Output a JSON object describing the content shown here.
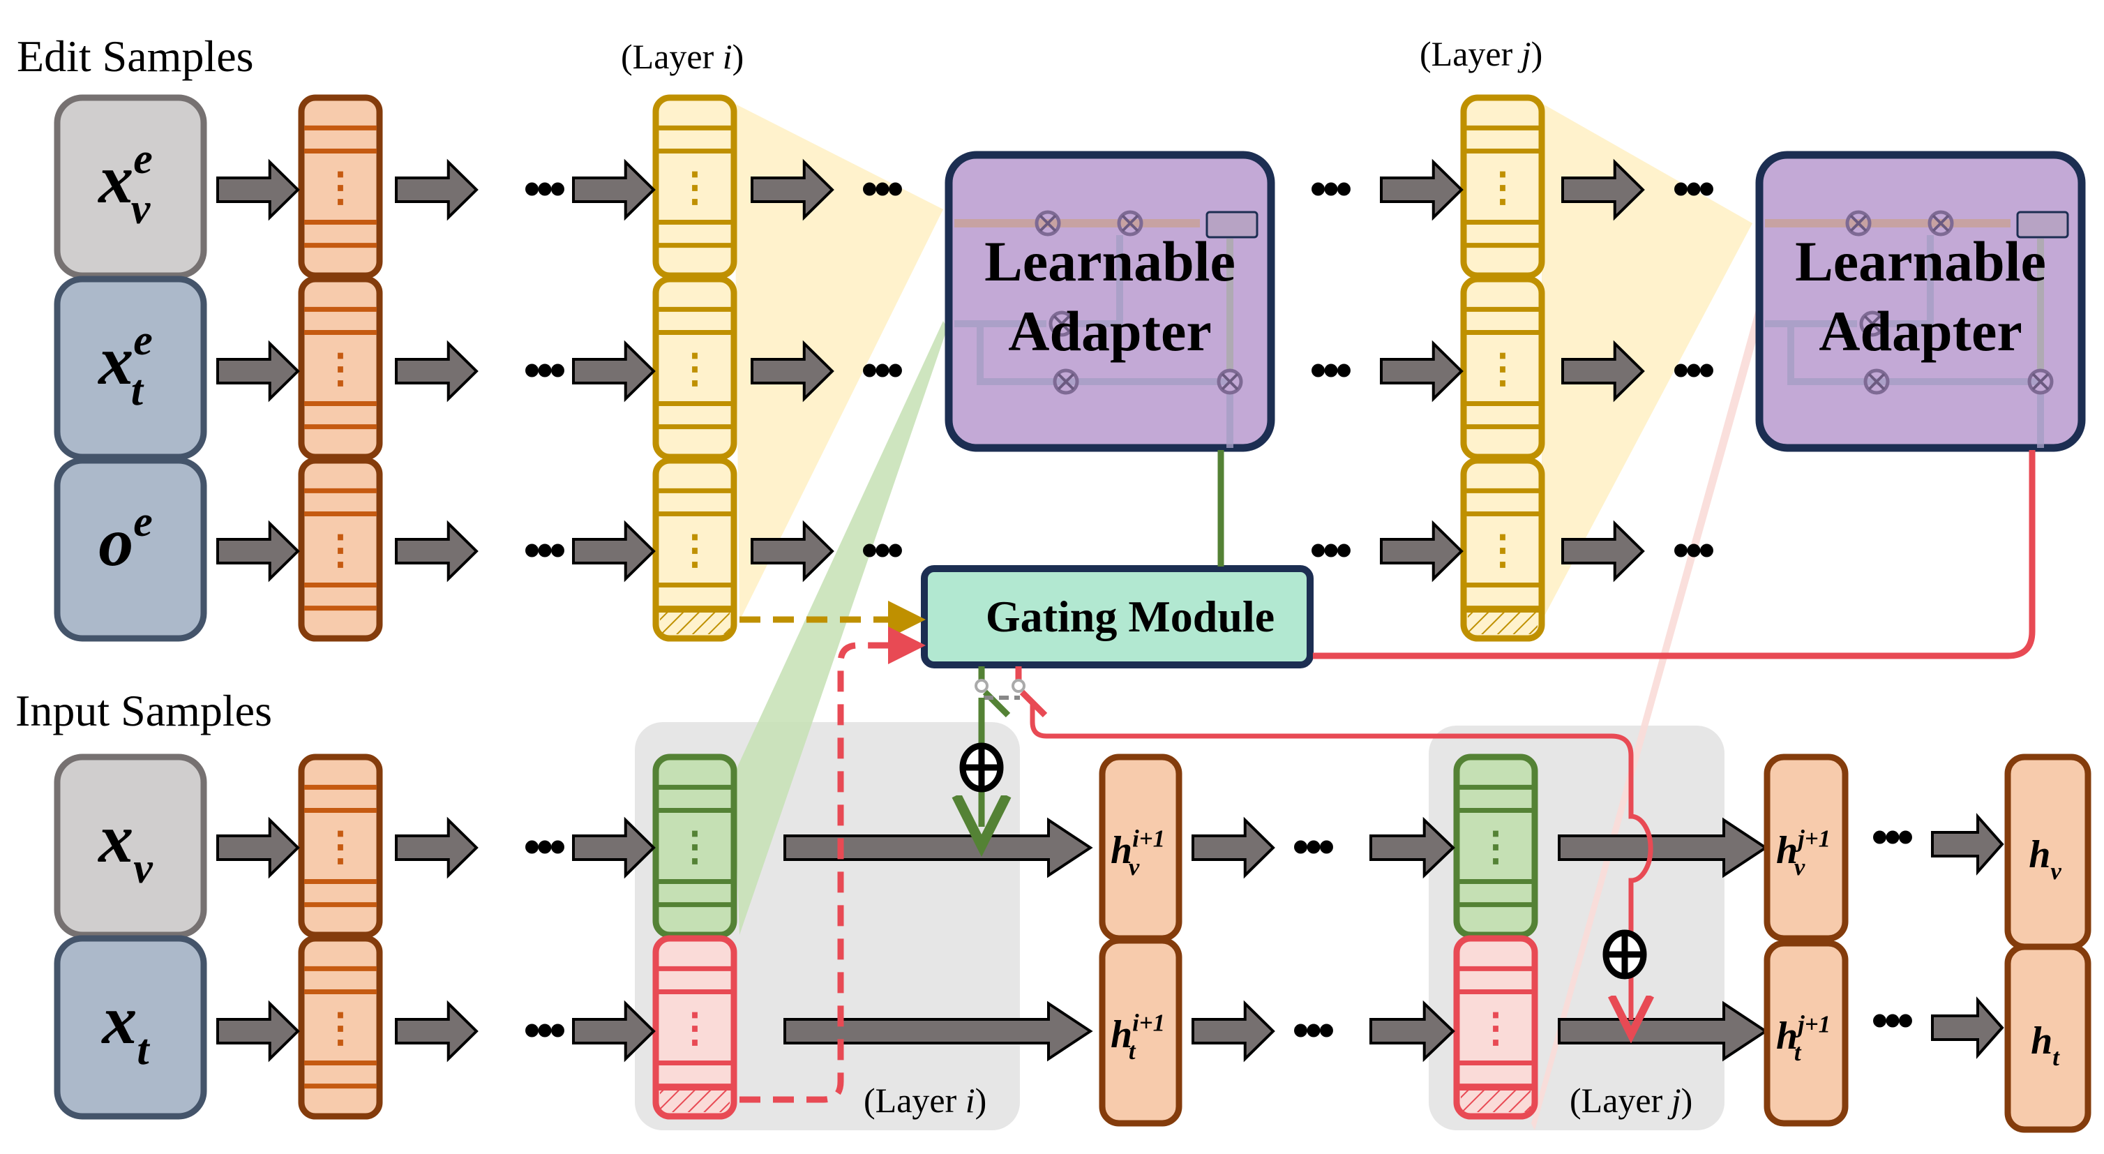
{
  "sections": {
    "edit_title": "Edit Samples",
    "input_title": "Input Samples"
  },
  "layer_labels": {
    "top_i": "(Layer i)",
    "top_j": "(Layer j)",
    "bottom_i": "(Layer i)",
    "bottom_j": "(Layer j)"
  },
  "edit_inputs": [
    {
      "base": "x",
      "sup": "e",
      "sub": "v"
    },
    {
      "base": "x",
      "sup": "e",
      "sub": "t"
    },
    {
      "base": "o",
      "sup": "e",
      "sub": ""
    }
  ],
  "input_samples": [
    {
      "base": "x",
      "sub": "v"
    },
    {
      "base": "x",
      "sub": "t"
    }
  ],
  "adapter": {
    "line1": "Learnable",
    "line2": "Adapter"
  },
  "gating": {
    "label": "Gating Module"
  },
  "hidden_states": {
    "hv_i": {
      "base": "h",
      "sup": "i+1",
      "sub": "v"
    },
    "ht_i": {
      "base": "h",
      "sup": "i+1",
      "sub": "t"
    },
    "hv_j": {
      "base": "h",
      "sup": "j+1",
      "sub": "v"
    },
    "ht_j": {
      "base": "h",
      "sup": "j+1",
      "sub": "t"
    },
    "hv": {
      "base": "h",
      "sub": "v"
    },
    "ht": {
      "base": "h",
      "sub": "t"
    }
  },
  "ellipsis": "•••",
  "vdots": "⋮",
  "plus_symbol": "⊕",
  "colors": {
    "arrow_fill": "#767070",
    "token_fill": "#f7cbac",
    "token_stroke": "#843c0c",
    "token_line": "#c55a11",
    "layer_fill": "#fff2cc",
    "layer_stroke": "#bf9000",
    "green_fill": "#c5e0b4",
    "green_stroke": "#548235",
    "red_fill": "#fadbd8",
    "red_stroke": "#e84a54",
    "adapter_fill": "#c3a9d6",
    "dark_stroke": "#1c2e52",
    "gating_fill": "#b2e8d1",
    "gray_fill": "#d0cece",
    "gray_stroke": "#767171",
    "blue_fill": "#acb9ca",
    "blue_stroke": "#44546a",
    "panel_gray": "#e6e6e6"
  }
}
